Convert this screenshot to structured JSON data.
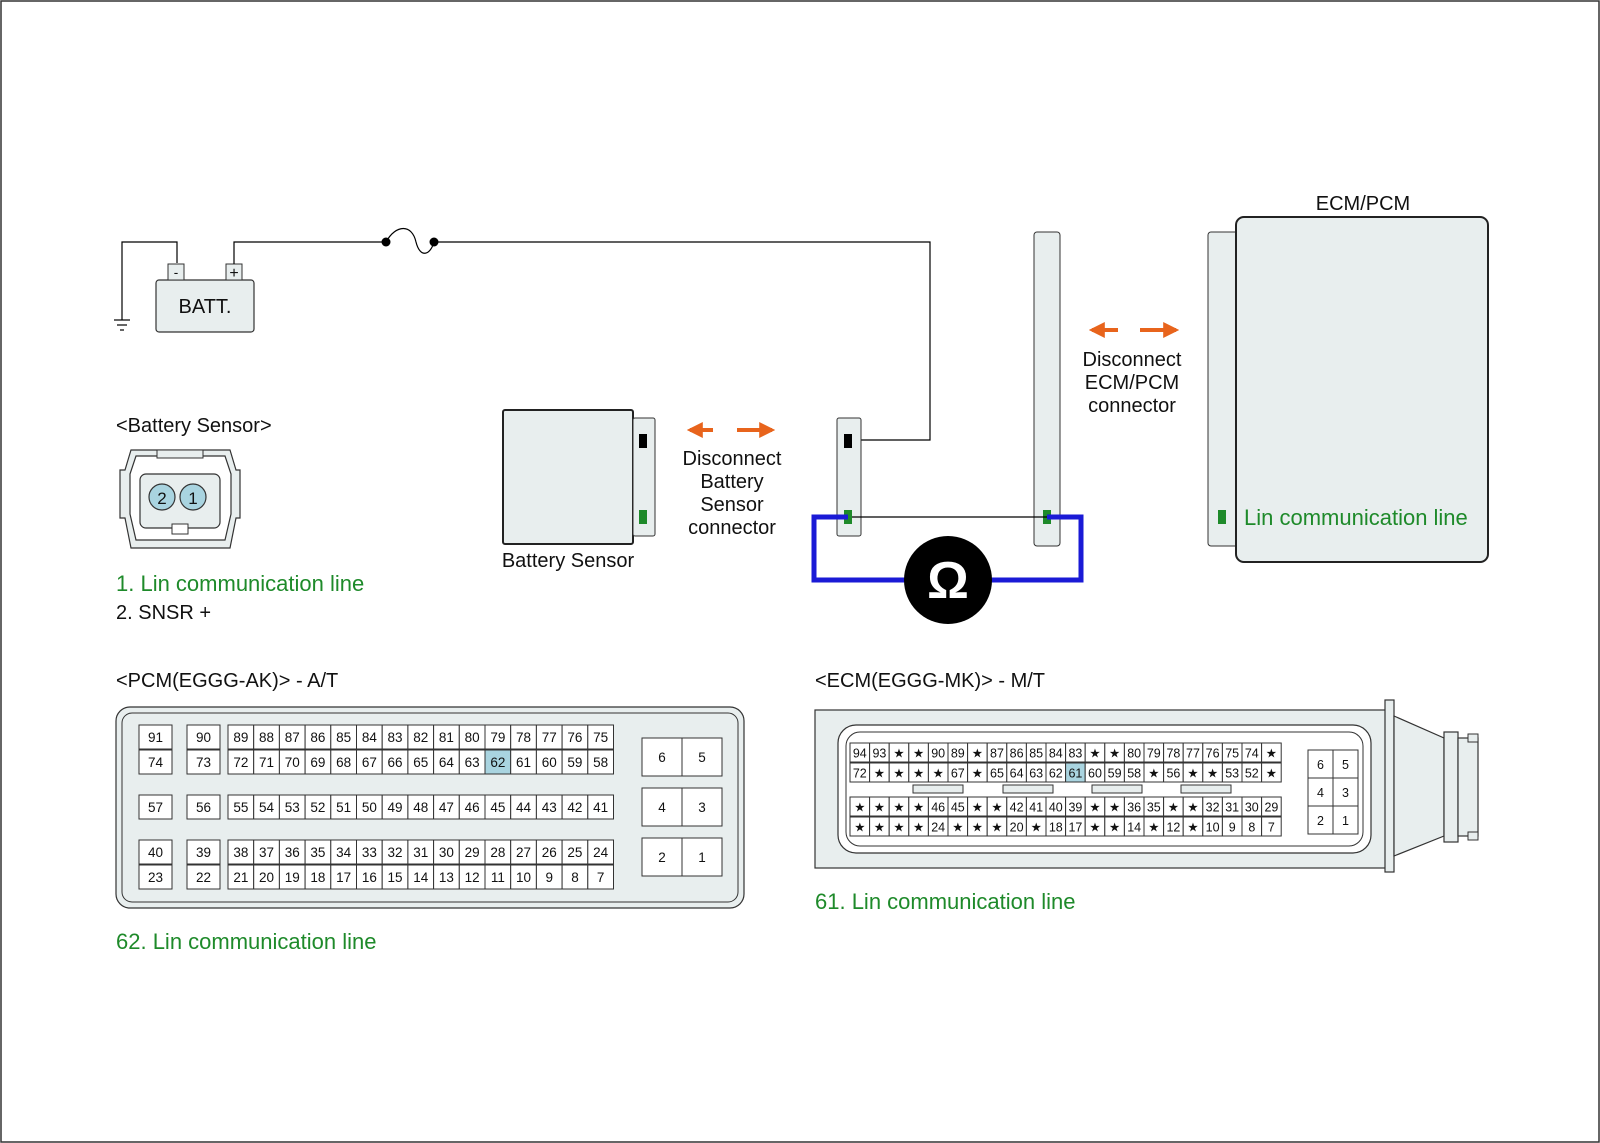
{
  "colors": {
    "wire": "#000000",
    "meter_lead": "#1a1ad6",
    "arrow": "#e8641c",
    "pin_green": "#1e8a2a",
    "pin_highlight": "#a9d4e0",
    "component_fill": "#e8eeee",
    "label_green": "#1e8a2a"
  },
  "circuit": {
    "battery_label": "BATT.",
    "battery_minus": "-",
    "battery_plus": "+",
    "battery_sensor_label": "Battery Sensor",
    "disconnect_sensor_lines": [
      "Disconnect",
      "Battery",
      "Sensor",
      "connector"
    ],
    "disconnect_ecm_lines": [
      "Disconnect",
      "ECM/PCM",
      "connector"
    ],
    "ecm_title": "ECM/PCM",
    "ecm_lin_label": "Lin communication line",
    "ohmmeter_symbol": "Ω"
  },
  "sensor_connector": {
    "title": "<Battery Sensor>",
    "pin_2": "2",
    "pin_1": "1",
    "pin_descriptions": [
      "1. Lin communication line",
      "2. SNSR +"
    ]
  },
  "pcm_connector": {
    "title": "<PCM(EGGG-AK)> - A/T",
    "highlight_pin": "62",
    "note": "62. Lin communication line",
    "rows": {
      "r1_left": [
        "91",
        "90"
      ],
      "r2_left": [
        "74",
        "73"
      ],
      "r3_left": [
        "57",
        "56"
      ],
      "r4_left": [
        "40",
        "39"
      ],
      "r5_left": [
        "23",
        "22"
      ],
      "r1": [
        "89",
        "88",
        "87",
        "86",
        "85",
        "84",
        "83",
        "82",
        "81",
        "80",
        "79",
        "78",
        "77",
        "76",
        "75"
      ],
      "r2": [
        "72",
        "71",
        "70",
        "69",
        "68",
        "67",
        "66",
        "65",
        "64",
        "63",
        "62",
        "61",
        "60",
        "59",
        "58"
      ],
      "r3": [
        "55",
        "54",
        "53",
        "52",
        "51",
        "50",
        "49",
        "48",
        "47",
        "46",
        "45",
        "44",
        "43",
        "42",
        "41"
      ],
      "r4": [
        "38",
        "37",
        "36",
        "35",
        "34",
        "33",
        "32",
        "31",
        "30",
        "29",
        "28",
        "27",
        "26",
        "25",
        "24"
      ],
      "r5": [
        "21",
        "20",
        "19",
        "18",
        "17",
        "16",
        "15",
        "14",
        "13",
        "12",
        "11",
        "10",
        "9",
        "8",
        "7"
      ],
      "big": [
        [
          "6",
          "5"
        ],
        [
          "4",
          "3"
        ],
        [
          "2",
          "1"
        ]
      ]
    }
  },
  "ecm_connector": {
    "title": "<ECM(EGGG-MK)> - M/T",
    "highlight_pin": "61",
    "note": "61. Lin communication line",
    "rows": {
      "r1": [
        "94",
        "93",
        "★",
        "★",
        "90",
        "89",
        "★",
        "87",
        "86",
        "85",
        "84",
        "83",
        "★",
        "★",
        "80",
        "79",
        "78",
        "77",
        "76",
        "75",
        "74",
        "★"
      ],
      "r2": [
        "72",
        "★",
        "★",
        "★",
        "★",
        "67",
        "★",
        "65",
        "64",
        "63",
        "62",
        "61",
        "60",
        "59",
        "58",
        "★",
        "56",
        "★",
        "★",
        "53",
        "52",
        "★"
      ],
      "r3": [
        "★",
        "★",
        "★",
        "★",
        "46",
        "45",
        "★",
        "★",
        "42",
        "41",
        "40",
        "39",
        "★",
        "★",
        "36",
        "35",
        "★",
        "★",
        "32",
        "31",
        "30",
        "29"
      ],
      "r4": [
        "★",
        "★",
        "★",
        "★",
        "24",
        "★",
        "★",
        "★",
        "20",
        "★",
        "18",
        "17",
        "★",
        "★",
        "14",
        "★",
        "12",
        "★",
        "10",
        "9",
        "8",
        "7"
      ],
      "big": [
        [
          "6",
          "5"
        ],
        [
          "4",
          "3"
        ],
        [
          "2",
          "1"
        ]
      ]
    }
  }
}
